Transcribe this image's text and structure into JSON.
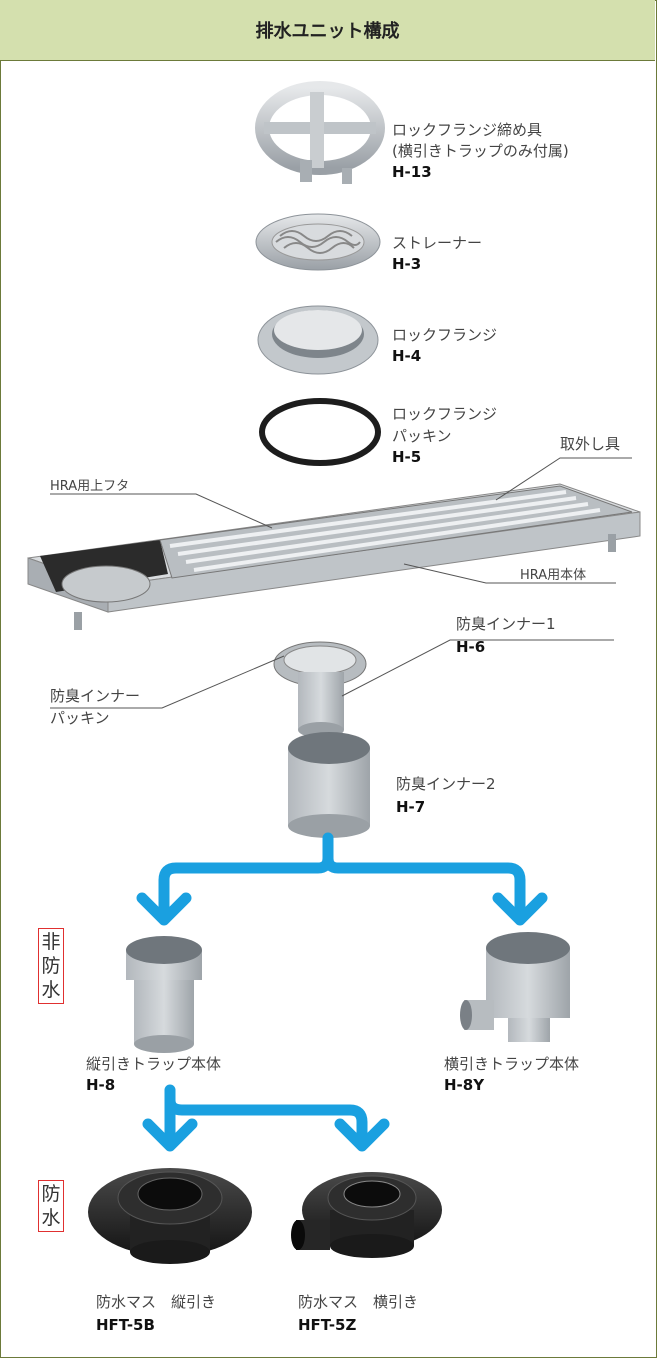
{
  "header": {
    "title": "排水ユニット構成"
  },
  "parts": {
    "lock_flange_tool": {
      "name1": "ロックフランジ締め具",
      "name2": "(横引きトラップのみ付属)",
      "code": "H-13"
    },
    "strainer": {
      "name": "ストレーナー",
      "code": "H-3"
    },
    "lock_flange": {
      "name": "ロックフランジ",
      "code": "H-4"
    },
    "lock_flange_packing": {
      "name1": "ロックフランジ",
      "name2": "パッキン",
      "code": "H-5"
    },
    "remover": {
      "name": "取外し具"
    },
    "hra_cover": {
      "name": "HRA用上フタ"
    },
    "hra_body": {
      "name": "HRA用本体"
    },
    "odor_inner1": {
      "name": "防臭インナー1",
      "code": "H-6"
    },
    "odor_inner_packing": {
      "name1": "防臭インナー",
      "name2": "パッキン"
    },
    "odor_inner2": {
      "name": "防臭インナー2",
      "code": "H-7"
    },
    "vertical_trap": {
      "name": "縦引きトラップ本体",
      "code": "H-8"
    },
    "horizontal_trap": {
      "name": "横引きトラップ本体",
      "code": "H-8Y"
    },
    "wp_mass_vertical": {
      "name": "防水マス　縦引き",
      "code": "HFT-5B"
    },
    "wp_mass_horizontal": {
      "name": "防水マス　横引き",
      "code": "HFT-5Z"
    }
  },
  "tags": {
    "non_waterproof": [
      "非",
      "防",
      "水"
    ],
    "waterproof": [
      "防",
      "水"
    ]
  },
  "colors": {
    "header_bg": "#d4e0ae",
    "arrow": "#1aa0e0",
    "tag_border": "#e03030"
  }
}
